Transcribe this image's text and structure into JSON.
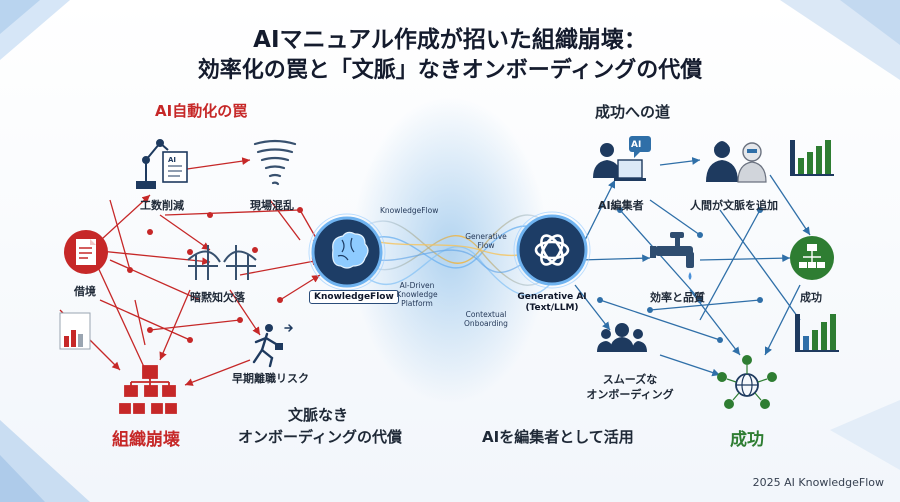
{
  "title": {
    "line1": "AIマニュアル作成が招いた組織崩壊：",
    "line2": "効率化の罠と「文脈」なきオンボーディングの代償"
  },
  "left_section": {
    "heading": "AI自動化の罠",
    "nodes": {
      "labor_cut": "工数削減",
      "site_chaos": "現場混乱",
      "debt": "借境",
      "tacit_loss": "暗黙知欠落",
      "early_turnover": "早期離職リスク",
      "org_collapse": "組織崩壊"
    }
  },
  "center": {
    "left_hub_label": "KnowledgeFlow",
    "right_hub_label_line1": "Generative AI",
    "right_hub_label_line2": "(Text/LLM)",
    "flow_texts": {
      "knowledgeflow": "KnowledgeFlow",
      "generative_flow_1": "Generative",
      "generative_flow_2": "Flow",
      "ai_driven_1": "AI-Driven",
      "ai_driven_2": "Knowledge",
      "ai_driven_3": "Platform",
      "contextual_1": "Contextual",
      "contextual_2": "Onboarding"
    }
  },
  "right_section": {
    "heading": "成功への道",
    "nodes": {
      "ai_editor": "AI編集者",
      "human_context": "人間が文脈を追加",
      "efficiency_quality": "効率と品質",
      "success_node": "成功",
      "smooth_onboarding_1": "スムーズな",
      "smooth_onboarding_2": "オンボーディング"
    },
    "ai_badge": "AI"
  },
  "bottom": {
    "org_collapse_big": "組織崩壊",
    "caption_left_1": "文脈なき",
    "caption_left_2": "オンボーディングの代償",
    "caption_right": "AIを編集者として活用",
    "success_big": "成功"
  },
  "footer": "2025 AI KnowledgeFlow",
  "colors": {
    "red": "#c62828",
    "blue": "#2f6fa8",
    "green": "#2e7d32",
    "navy": "#1e3a5f"
  }
}
